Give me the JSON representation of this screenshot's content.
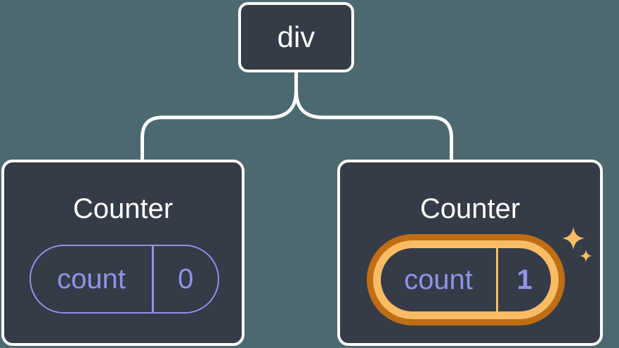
{
  "diagram": {
    "root": {
      "label": "div"
    },
    "children": [
      {
        "title": "Counter",
        "state": {
          "key": "count",
          "value": "0"
        },
        "highlighted": false
      },
      {
        "title": "Counter",
        "state": {
          "key": "count",
          "value": "1"
        },
        "highlighted": true
      }
    ],
    "icons": {
      "sparkles": "sparkles-icon"
    },
    "colors": {
      "background": "#4C6970",
      "card_bg": "#353B47",
      "node_border": "#FFFFFF",
      "connector": "#FFFFFF",
      "text_primary": "#FFFFFF",
      "state_accent": "#8F93E8",
      "highlight_dark": "#C16D14",
      "highlight_light": "#F9BC64"
    }
  }
}
